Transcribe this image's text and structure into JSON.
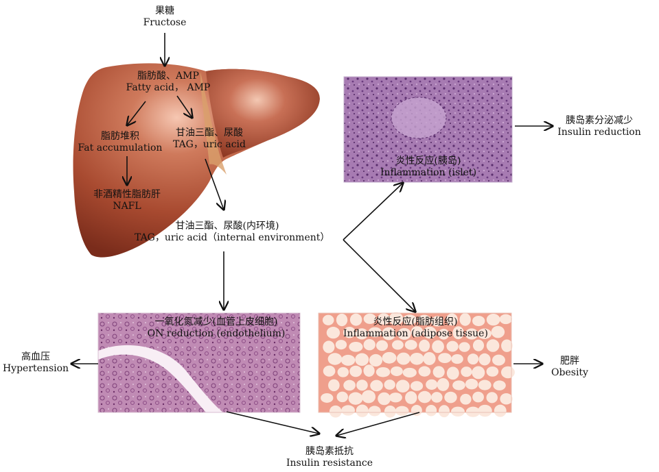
{
  "nodes": {
    "fructose": {
      "zh": "果糖",
      "en": "Fructose"
    },
    "fatty_acid": {
      "zh": "脂肪酸、AMP",
      "en": "Fatty acid， AMP"
    },
    "fat_accumulation": {
      "zh": "脂肪堆积",
      "en": "Fat accumulation"
    },
    "tag_liver": {
      "zh": "甘油三酯、尿酸",
      "en": "TAG，uric acid"
    },
    "nafl": {
      "zh": "非酒精性脂肪肝",
      "en": "NAFL"
    },
    "tag_env": {
      "zh": "甘油三酯、尿酸(内环境)",
      "en": "TAG，uric acid（internal environment）"
    },
    "islet_inflammation": {
      "zh": "炎性反应(胰岛)",
      "en": "Inflammation (islet)"
    },
    "insulin_reduction": {
      "zh": "胰岛素分泌减少",
      "en": "Insulin reduction"
    },
    "no_reduction": {
      "zh": "一氧化氮减少(血管上皮细胞)",
      "en": "ON reduction (endothelium)"
    },
    "adipose_inflammation": {
      "zh": "炎性反应(脂肪组织)",
      "en": "Inflammation (adipose tissue)"
    },
    "hypertension": {
      "zh": "高血压",
      "en": "Hypertension"
    },
    "obesity": {
      "zh": "肥胖",
      "en": "Obesity"
    },
    "insulin_resistance": {
      "zh": "胰岛素抵抗",
      "en": "Insulin resistance"
    }
  },
  "colors": {
    "liver": "#a4472f",
    "islet_tissue": "#9b6aa8",
    "endothelium_tissue": "#b27aa6",
    "adipose_bg": "#f3b6a6",
    "arrow": "#111111"
  }
}
